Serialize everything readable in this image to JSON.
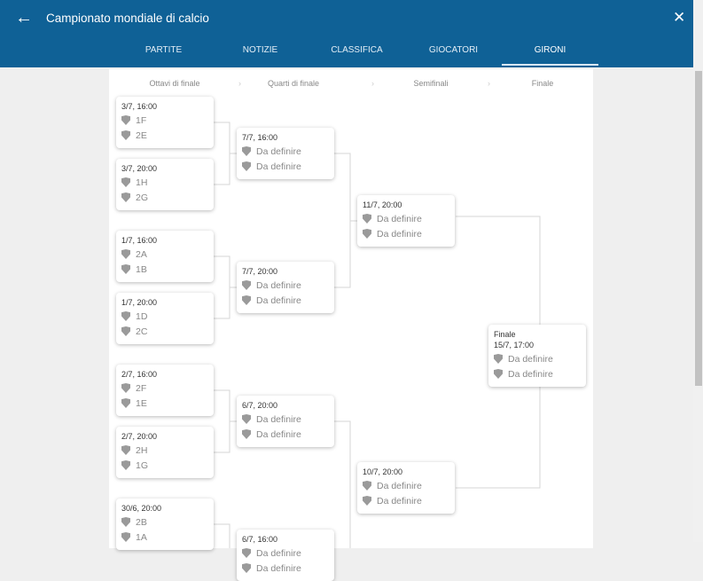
{
  "header": {
    "title": "Campionato mondiale di calcio",
    "back_icon": "arrow-left-icon",
    "close_icon": "close-icon"
  },
  "tabs": [
    {
      "label": "PARTITE"
    },
    {
      "label": "NOTIZIE"
    },
    {
      "label": "CLASSIFICA"
    },
    {
      "label": "GIOCATORI"
    },
    {
      "label": "GIRONI",
      "active": true
    }
  ],
  "stages": [
    "Ottavi di finale",
    "Quarti di finale",
    "Semifinali",
    "Finale"
  ],
  "colors": {
    "header": "#0f6196"
  },
  "round_of_16": [
    {
      "date": "3/7, 16:00",
      "teams": [
        "1F",
        "2E"
      ]
    },
    {
      "date": "3/7, 20:00",
      "teams": [
        "1H",
        "2G"
      ]
    },
    {
      "date": "1/7, 16:00",
      "teams": [
        "2A",
        "1B"
      ]
    },
    {
      "date": "1/7, 20:00",
      "teams": [
        "1D",
        "2C"
      ]
    },
    {
      "date": "2/7, 16:00",
      "teams": [
        "2F",
        "1E"
      ]
    },
    {
      "date": "2/7, 20:00",
      "teams": [
        "2H",
        "1G"
      ]
    },
    {
      "date": "30/6, 20:00",
      "teams": [
        "2B",
        "1A"
      ]
    }
  ],
  "quarter_finals": [
    {
      "date": "7/7, 16:00",
      "teams": [
        "Da definire",
        "Da definire"
      ]
    },
    {
      "date": "7/7, 20:00",
      "teams": [
        "Da definire",
        "Da definire"
      ]
    },
    {
      "date": "6/7, 20:00",
      "teams": [
        "Da definire",
        "Da definire"
      ]
    },
    {
      "date": "6/7, 16:00",
      "teams": [
        "Da definire",
        "Da definire"
      ]
    }
  ],
  "semi_finals": [
    {
      "date": "11/7, 20:00",
      "teams": [
        "Da definire",
        "Da definire"
      ]
    },
    {
      "date": "10/7, 20:00",
      "teams": [
        "Da definire",
        "Da definire"
      ]
    }
  ],
  "final": {
    "label": "Finale",
    "date": "15/7, 17:00",
    "teams": [
      "Da definire",
      "Da definire"
    ]
  }
}
